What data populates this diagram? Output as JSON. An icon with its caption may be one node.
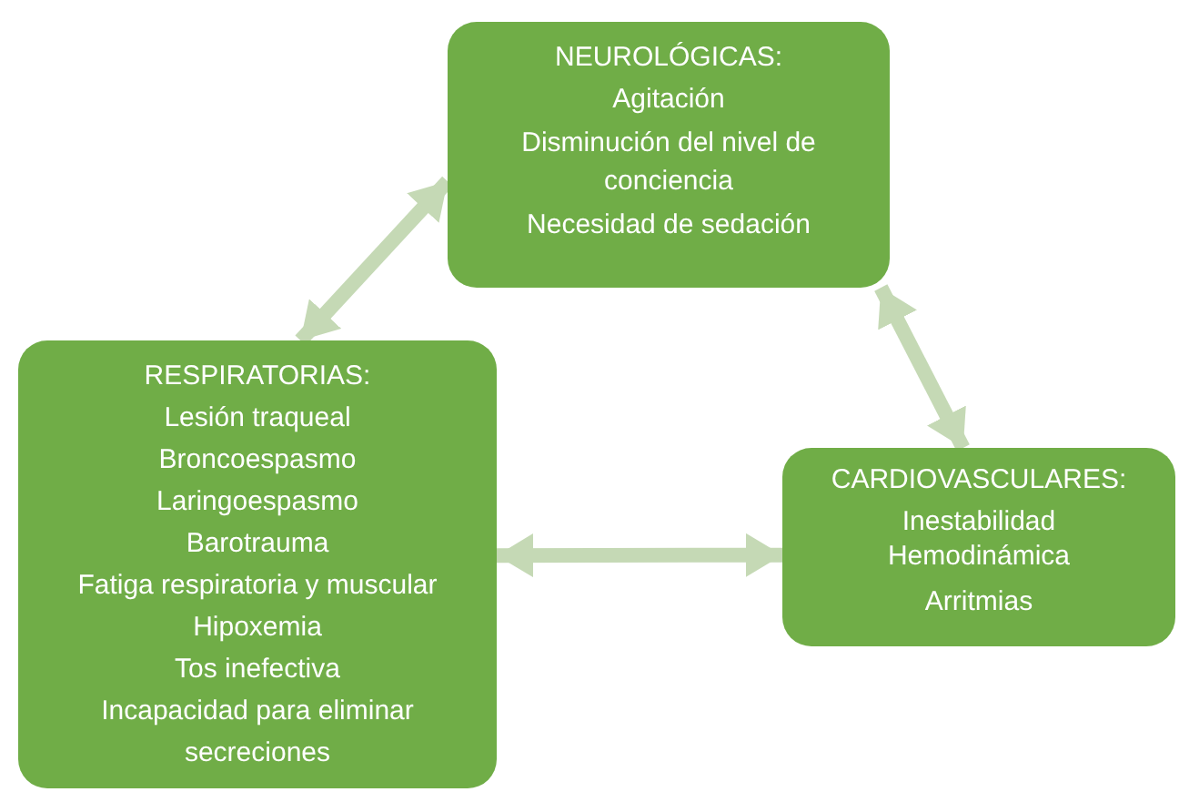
{
  "diagram": {
    "nodes": [
      {
        "text": [
          "NEUROLÓGICAS:",
          "Agitación",
          "Disminución del nivel de conciencia",
          "Necesidad de sedación"
        ]
      },
      {
        "text": [
          "RESPIRATORIAS:",
          "Lesión traqueal",
          "Broncoespasmo",
          "Laringoespasmo",
          "Barotrauma",
          "Fatiga respiratoria y muscular",
          "Hipoxemia",
          "Tos inefectiva",
          "Incapacidad para eliminar secreciones"
        ]
      },
      {
        "text": [
          "CARDIOVASCULARES:",
          "Inestabilidad Hemodinámica",
          "Arritmias"
        ]
      }
    ],
    "edges": [
      {
        "from": 1,
        "to": 0,
        "arrow": "both"
      },
      {
        "from": 0,
        "to": 2,
        "arrow": "both"
      },
      {
        "from": 1,
        "to": 2,
        "arrow": "both"
      }
    ]
  }
}
